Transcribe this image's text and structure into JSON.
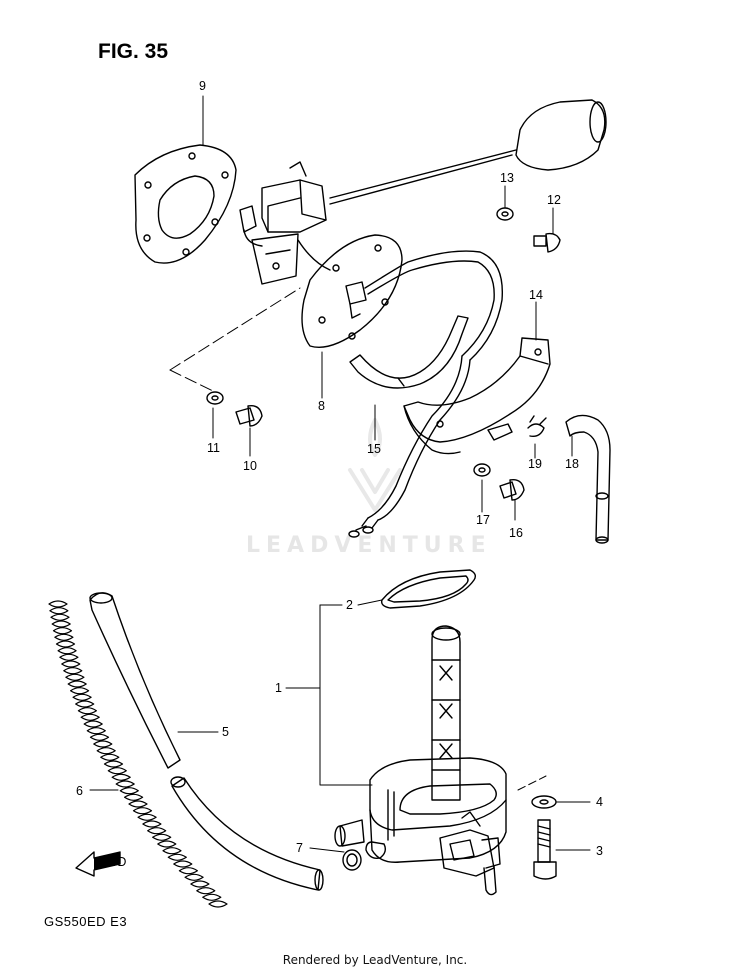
{
  "figure_title": "FIG. 35",
  "model_code": "GS550ED  E3",
  "footer": "Rendered by LeadVenture, Inc.",
  "watermark": "LEADVENTURE",
  "callouts": [
    "1",
    "2",
    "3",
    "4",
    "5",
    "6",
    "7",
    "8",
    "9",
    "10",
    "11",
    "12",
    "13",
    "14",
    "15",
    "16",
    "17",
    "18",
    "19"
  ],
  "fwd_label": "FWD"
}
